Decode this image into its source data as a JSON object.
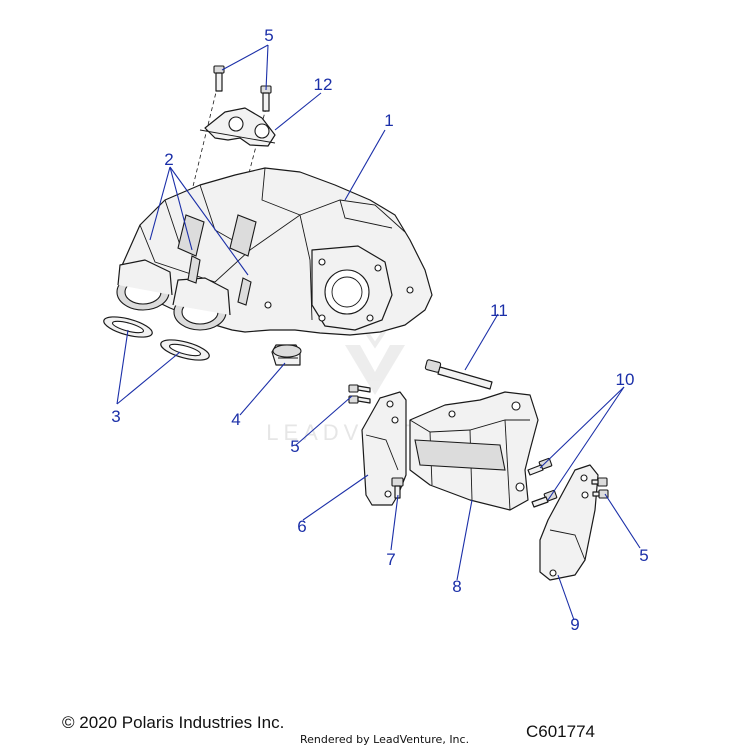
{
  "callouts": [
    {
      "id": "1",
      "label": "1"
    },
    {
      "id": "2",
      "label": "2"
    },
    {
      "id": "3",
      "label": "3"
    },
    {
      "id": "4",
      "label": "4"
    },
    {
      "id": "5a",
      "label": "5"
    },
    {
      "id": "5b",
      "label": "5"
    },
    {
      "id": "5c",
      "label": "5"
    },
    {
      "id": "6",
      "label": "6"
    },
    {
      "id": "7",
      "label": "7"
    },
    {
      "id": "8",
      "label": "8"
    },
    {
      "id": "9",
      "label": "9"
    },
    {
      "id": "10",
      "label": "10"
    },
    {
      "id": "11",
      "label": "11"
    },
    {
      "id": "12",
      "label": "12"
    }
  ],
  "watermark": "LEADVENTURE",
  "footer": {
    "copyright": "© 2020 Polaris Industries Inc.",
    "rendered_by": "Rendered by LeadVenture, Inc.",
    "diagram_code": "C601774"
  },
  "colors": {
    "callout": "#1b2fa8",
    "line": "#1a1a1a",
    "part_fill": "#f2f2f2"
  }
}
